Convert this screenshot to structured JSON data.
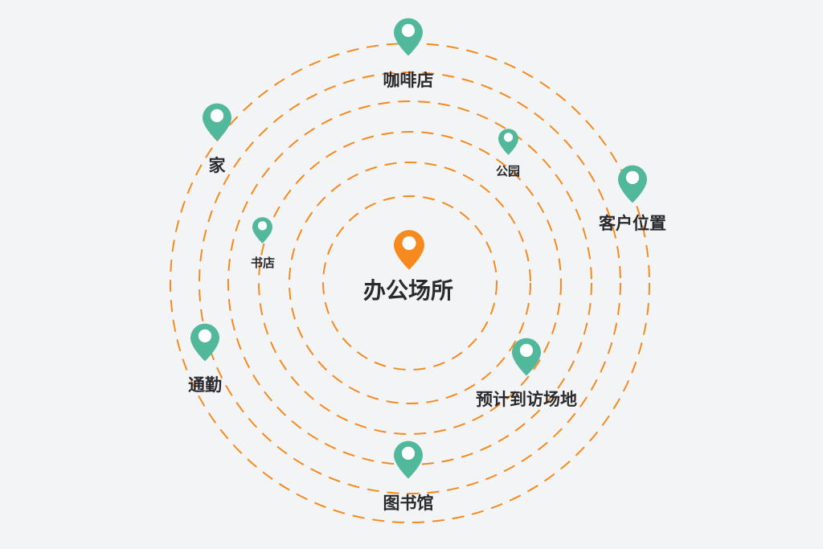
{
  "center": {
    "label": "办公场所",
    "color": "#f68a1e"
  },
  "places": [
    {
      "id": "cafe",
      "label": "咖啡店"
    },
    {
      "id": "home",
      "label": "家"
    },
    {
      "id": "park",
      "label": "公园"
    },
    {
      "id": "client",
      "label": "客户位置"
    },
    {
      "id": "bookstore",
      "label": "书店"
    },
    {
      "id": "commute",
      "label": "通勤"
    },
    {
      "id": "planned-site",
      "label": "预计到访场地"
    },
    {
      "id": "library",
      "label": "图书馆"
    }
  ],
  "colors": {
    "pin": "#52b89c",
    "ring": "#f68a1e",
    "background": "#f3f4f6",
    "text": "#2a2a2e"
  }
}
